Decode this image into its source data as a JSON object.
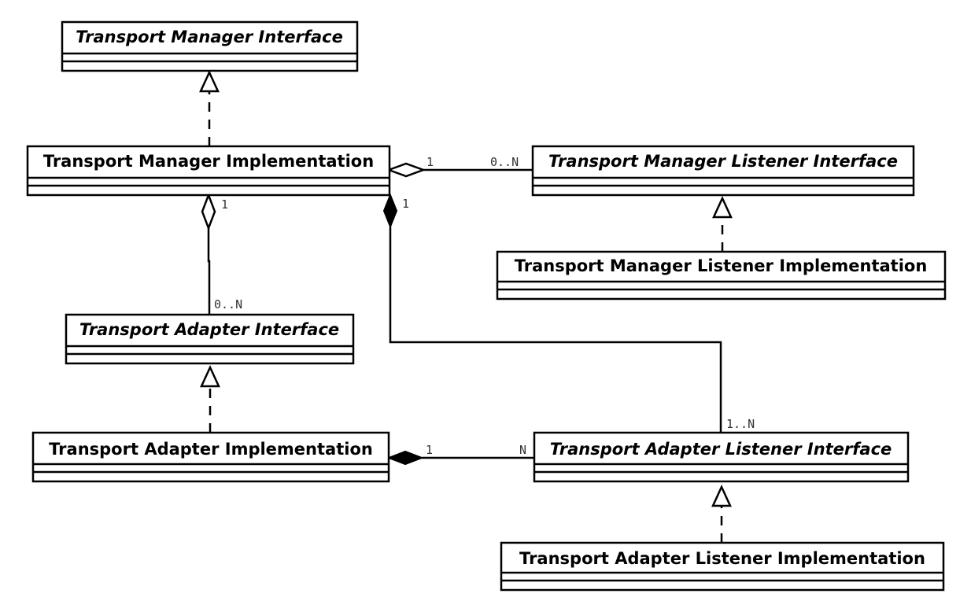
{
  "diagram": {
    "classes": {
      "tm_iface": "Transport Manager Interface",
      "tm_impl": "Transport Manager Implementation",
      "tml_iface": "Transport Manager Listener Interface",
      "tml_impl": "Transport Manager Listener Implementation",
      "ta_iface": "Transport Adapter Interface",
      "ta_impl": "Transport Adapter Implementation",
      "tal_iface": "Transport Adapter Listener Interface",
      "tal_impl": "Transport Adapter Listener Implementation"
    },
    "multiplicities": {
      "tm_to_tml_src": "1",
      "tm_to_tml_dst": "0..N",
      "tm_to_ta_src": "1",
      "tm_to_ta_dst": "0..N",
      "tm_to_tal_src": "1",
      "tm_to_tal_dst": "1..N",
      "ta_to_tal_src": "1",
      "ta_to_tal_dst": "N"
    }
  }
}
